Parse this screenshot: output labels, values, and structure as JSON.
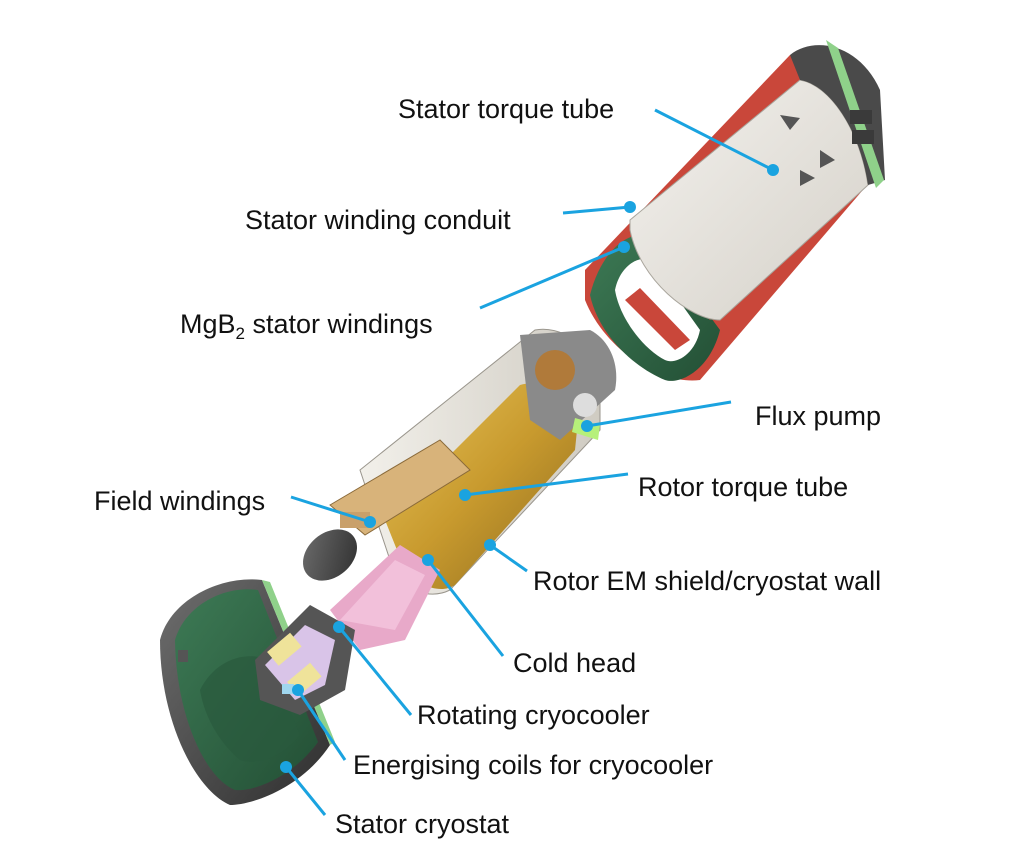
{
  "colors": {
    "leader": "#1aa3e0",
    "conduit_red": "#c9473a",
    "winding_green": "#2f6b47",
    "torque_tube_gold": "#c8a23a",
    "shield_grey": "#e6e4de",
    "cold_head_pink": "#e8a9c9",
    "coil_yellow": "#efe39a",
    "dark_metal": "#4a4a4a"
  },
  "labels": {
    "stator_torque_tube": "Stator torque tube",
    "stator_winding_conduit": "Stator winding conduit",
    "mgb2_prefix": "MgB",
    "mgb2_subscript": "2",
    "mgb2_suffix": " stator windings",
    "flux_pump": "Flux pump",
    "rotor_torque_tube": "Rotor torque tube",
    "field_windings": "Field windings",
    "rotor_em_shield": "Rotor EM shield/cryostat wall",
    "cold_head": "Cold head",
    "rotating_cryocooler": "Rotating cryocooler",
    "energising_coils": "Energising coils for cryocooler",
    "stator_cryostat": "Stator cryostat"
  }
}
